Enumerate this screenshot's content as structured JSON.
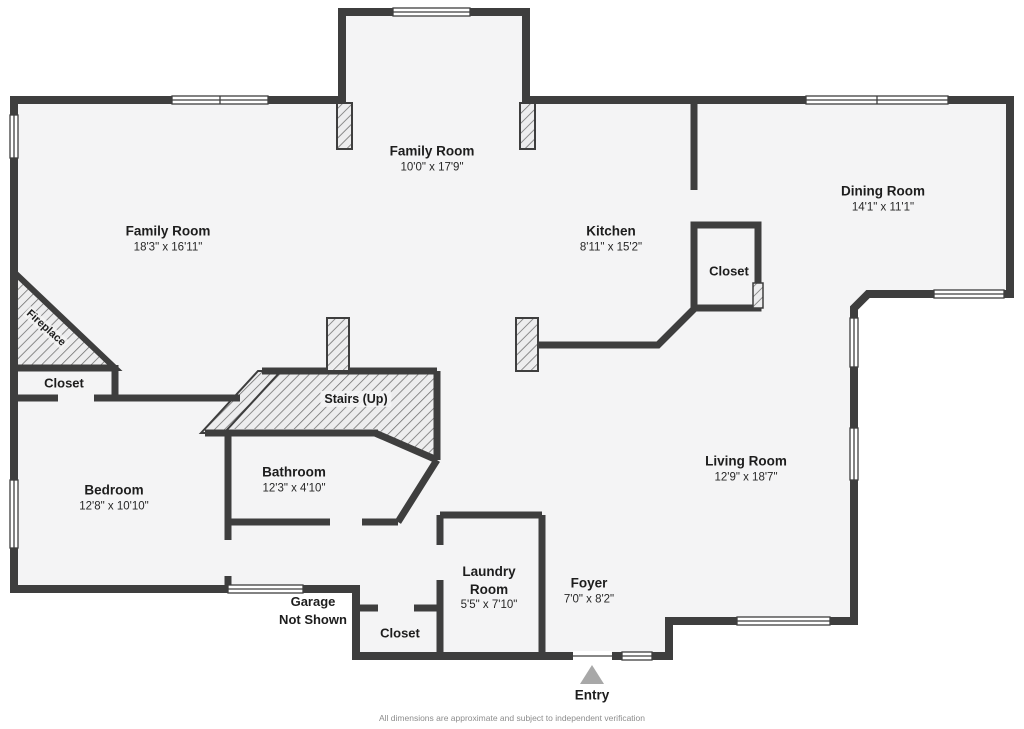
{
  "rooms": {
    "family_room_upper": {
      "name": "Family Room",
      "dims": "10'0\" x 17'9\""
    },
    "family_room_main": {
      "name": "Family Room",
      "dims": "18'3\" x 16'11\""
    },
    "kitchen": {
      "name": "Kitchen",
      "dims": "8'11\" x 15'2\""
    },
    "dining_room": {
      "name": "Dining Room",
      "dims": "14'1\" x 11'1\""
    },
    "living_room": {
      "name": "Living Room",
      "dims": "12'9\" x 18'7\""
    },
    "bedroom": {
      "name": "Bedroom",
      "dims": "12'8\" x 10'10\""
    },
    "bathroom": {
      "name": "Bathroom",
      "dims": "12'3\" x 4'10\""
    },
    "laundry_room": {
      "name": "Laundry\nRoom",
      "dims": "5'5\" x 7'10\""
    },
    "foyer": {
      "name": "Foyer",
      "dims": "7'0\" x 8'2\""
    },
    "stairs": {
      "name": "Stairs (Up)"
    },
    "fireplace": {
      "name": "Fireplace"
    },
    "closet_kitchen": {
      "name": "Closet"
    },
    "closet_left": {
      "name": "Closet"
    },
    "closet_bottom": {
      "name": "Closet"
    }
  },
  "annotations": {
    "garage_note": "Garage\nNot Shown",
    "entry": "Entry",
    "disclaimer": "All dimensions are approximate and subject to independent verification"
  },
  "colors": {
    "wall": "#3e3e3e",
    "floor": "#f4f4f5",
    "hatch_line": "#6b6b6b",
    "entry_marker": "#a8a8a8"
  }
}
